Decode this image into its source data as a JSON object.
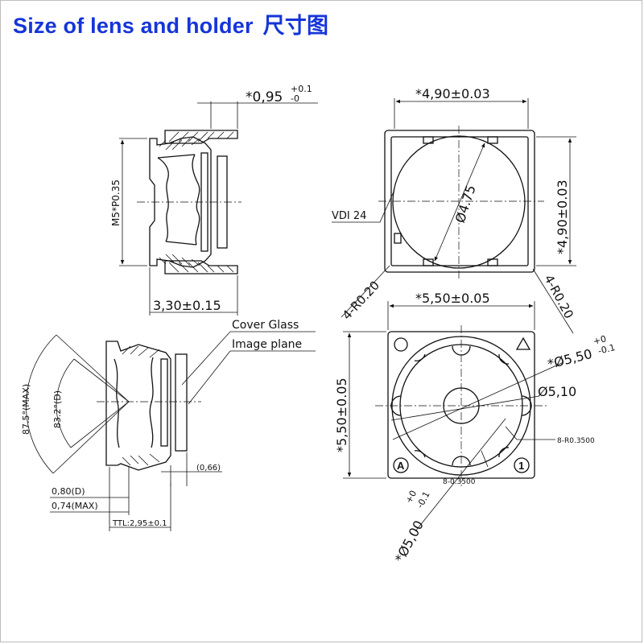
{
  "title": "Size of lens and holder",
  "title_cn": "尺寸图",
  "colors": {
    "title": "#1535d9",
    "line": "#111111",
    "frame": "#bdbdbd"
  },
  "dims": {
    "lens_length": "3,30±0.15",
    "flange_prefix": "*0,95",
    "flange_tol_upper": "+0.1",
    "flange_tol_lower": "-0",
    "thread": "M5*P0.35",
    "top_width": "*4,90±0.03",
    "top_height": "*4,90±0.03",
    "top_dia": "Ø4.75",
    "vdi": "VDI 24",
    "radius_left": "4-R0.20",
    "radius_right": "4-R0.20",
    "holder_width": "*5,50±0.05",
    "holder_height": "*5,50±0.05",
    "holder_outer_prefix": "*Ø5,50",
    "holder_outer_tol_upper": "+0",
    "holder_outer_tol_lower": "-0.1",
    "bore": "Ø5,10",
    "bottom_dia_prefix": "*Ø5,00",
    "bottom_dia_tol_upper": "+0",
    "bottom_dia_tol_lower": "-0.1",
    "r8_right": "8-R0.3500",
    "r8_bottom": "8-0.3500",
    "marker_a": "A",
    "marker_1": "1",
    "fov_max": "87.5°(MAX)",
    "fov_d": "83.2°(D)",
    "back_080": "0,80(D)",
    "back_074": "0,74(MAX)",
    "ttl": "TTL:2,95±0.1",
    "gap": "(0,66)",
    "cover_glass": "Cover Glass",
    "image_plane": "Image plane"
  }
}
